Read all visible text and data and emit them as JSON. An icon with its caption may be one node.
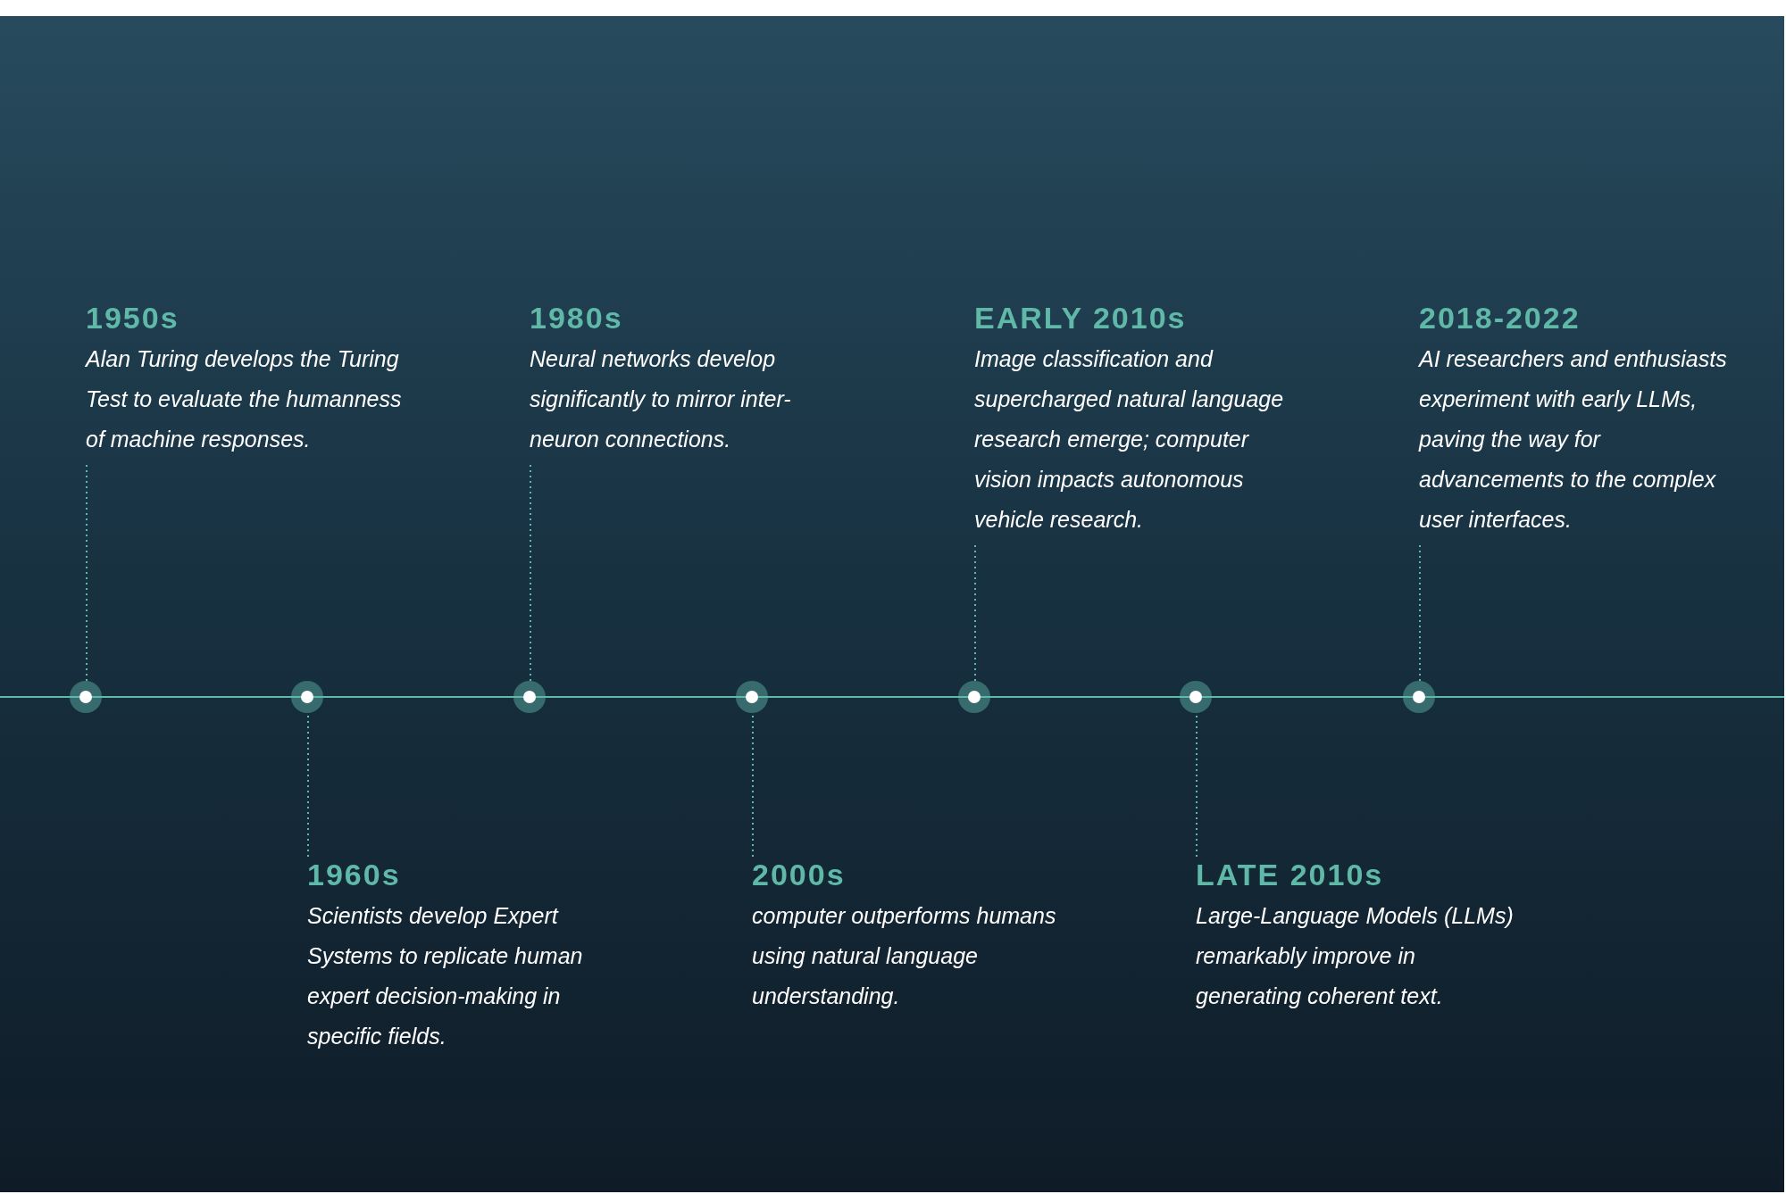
{
  "diagram": {
    "nodes": [
      {
        "text": [
          "1950s",
          "Alan Turing develops the Turing Test to evaluate the humanness of machine responses."
        ]
      },
      {
        "text": [
          "1960s",
          "Scientists develop Expert Systems to replicate human expert decision-making in specific fields."
        ]
      },
      {
        "text": [
          "1980s",
          "Neural networks develop significantly to mirror inter-neuron connections."
        ]
      },
      {
        "text": [
          "2000s",
          "computer outperforms humans using natural language understanding."
        ]
      },
      {
        "text": [
          "EARLY 2010s",
          "Image classification and supercharged natural language research emerge; computer vision impacts autonomous vehicle research."
        ]
      },
      {
        "text": [
          "LATE 2010s",
          "Large-Language Models (LLMs) remarkably improve in generating coherent text."
        ]
      },
      {
        "text": [
          "2018-2022",
          "AI researchers and enthusiasts experiment with early LLMs, paving the way for advancements to the complex user interfaces."
        ]
      },
      {
        "text": [],
        "shape": "circle"
      },
      {
        "text": [],
        "shape": "circle"
      },
      {
        "text": [],
        "shape": "circle"
      },
      {
        "text": [],
        "shape": "circle"
      },
      {
        "text": [],
        "shape": "circle"
      },
      {
        "text": [],
        "shape": "circle"
      },
      {
        "text": [],
        "shape": "circle"
      }
    ],
    "edges": [
      {
        "from": 0,
        "to": 7,
        "arrow": "none"
      },
      {
        "from": 1,
        "to": 8,
        "arrow": "none"
      },
      {
        "from": 2,
        "to": 9,
        "arrow": "none"
      },
      {
        "from": 3,
        "to": 10,
        "arrow": "none"
      },
      {
        "from": 4,
        "to": 11,
        "arrow": "none"
      },
      {
        "from": 5,
        "to": 12,
        "arrow": "none"
      },
      {
        "from": 6,
        "to": 13,
        "arrow": "none"
      }
    ]
  }
}
